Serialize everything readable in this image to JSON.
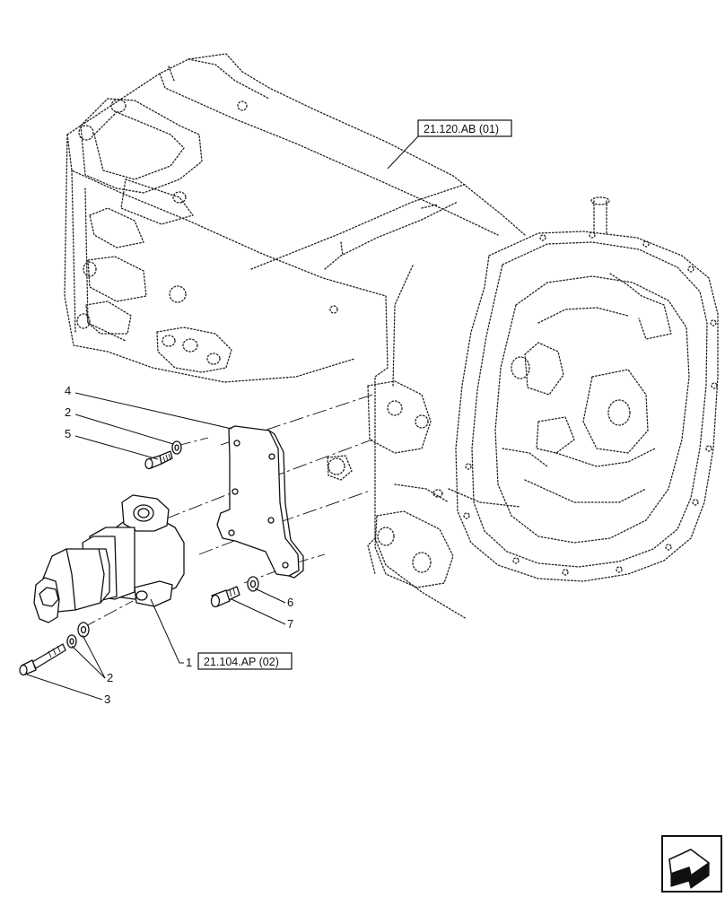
{
  "callouts": {
    "item1": "1",
    "item2a": "2",
    "item2b": "2",
    "item3": "3",
    "item4": "4",
    "item5": "5",
    "item6": "6",
    "item7": "7"
  },
  "references": {
    "housing_ref": "21.120.AB (01)",
    "solenoid_ref": "21.104.AP (02)"
  },
  "icons": {
    "navigation": "next-page-arrow-icon"
  }
}
